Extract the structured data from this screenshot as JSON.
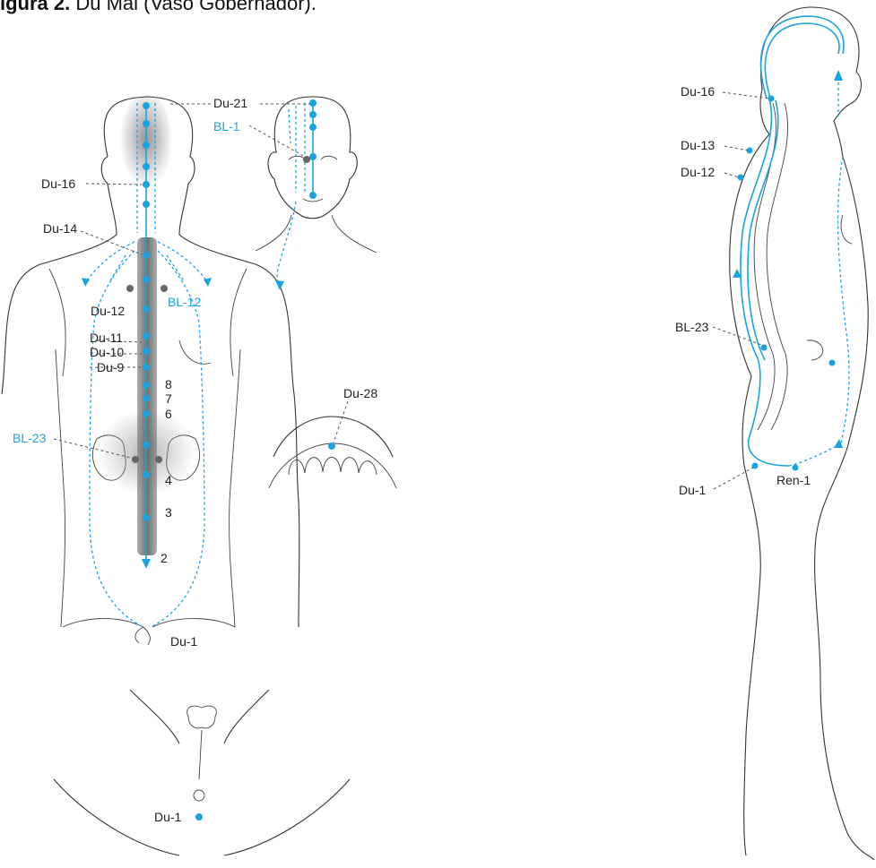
{
  "caption": {
    "prefix": "igura 2.",
    "text": "Du Mai (Vaso Gobernador)."
  },
  "back_view": {
    "labels": {
      "du21": "Du-21",
      "bl1": "BL-1",
      "du16": "Du-16",
      "du14": "Du-14",
      "du12": "Du-12",
      "bl12": "BL-12",
      "du11": "Du-11",
      "du10": "Du-10",
      "du9": "Du-9",
      "v8": "8",
      "v7": "7",
      "v6": "6",
      "bl23": "BL-23",
      "v4": "4",
      "v3": "3",
      "v2": "2",
      "du1": "Du-1"
    }
  },
  "mouth_view": {
    "labels": {
      "du28": "Du-28"
    }
  },
  "perineum_view": {
    "labels": {
      "du1": "Du-1"
    }
  },
  "side_view": {
    "labels": {
      "du16": "Du-16",
      "du13": "Du-13",
      "du12": "Du-12",
      "bl23": "BL-23",
      "du1": "Du-1",
      "ren1": "Ren-1"
    }
  },
  "colors": {
    "meridian": "#1aa3e0",
    "outline": "#333333",
    "label_black": "#222222",
    "label_blue": "#1aa3e0",
    "shading": "#808080"
  }
}
